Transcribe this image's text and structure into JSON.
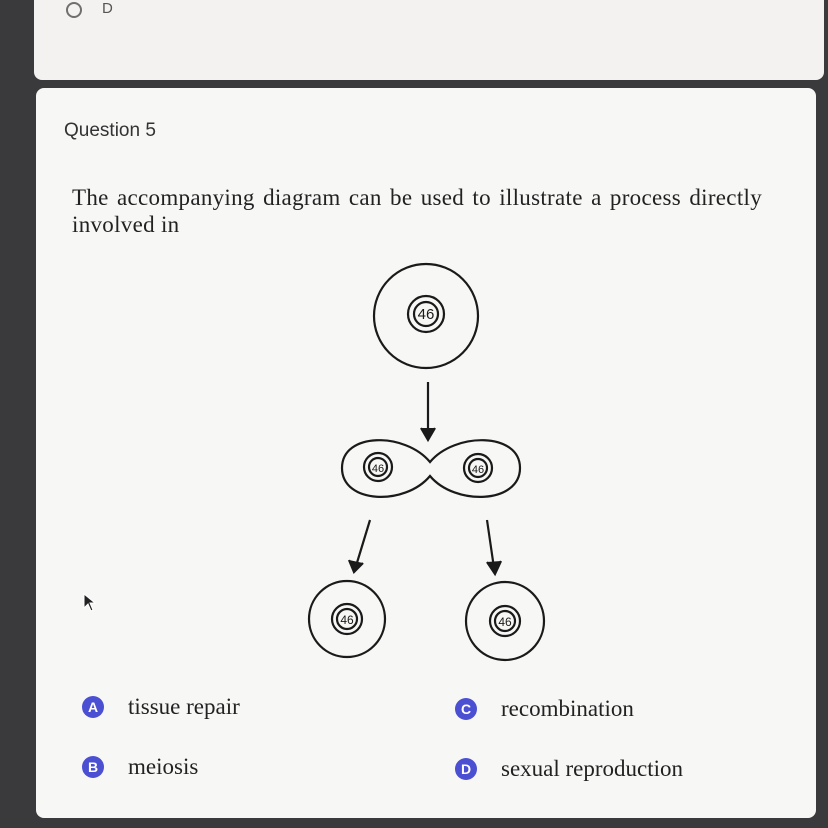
{
  "previous_question": {
    "option_label": "D"
  },
  "question": {
    "number": "Question 5",
    "stem": "The accompanying diagram can be used to illustrate a process directly involved in",
    "diagram": {
      "parent_cell": "46",
      "dividing_left": "46",
      "dividing_right": "46",
      "daughter_left": "46",
      "daughter_right": "46"
    },
    "choices": [
      {
        "letter": "A",
        "text": "tissue repair"
      },
      {
        "letter": "B",
        "text": "meiosis"
      },
      {
        "letter": "C",
        "text": "recombination"
      },
      {
        "letter": "D",
        "text": "sexual reproduction"
      }
    ]
  },
  "colors": {
    "badge": "#4b4fd1",
    "card": "#f7f7f6",
    "background": "#3a3a3c"
  }
}
